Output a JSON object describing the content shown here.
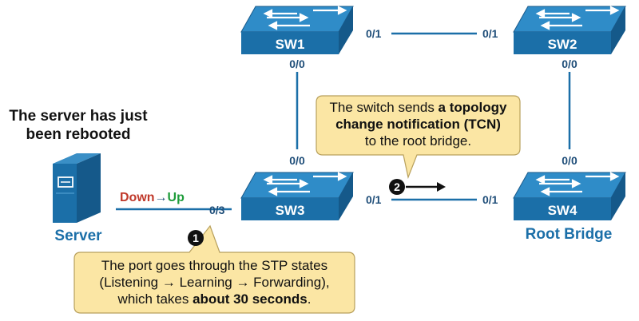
{
  "heading": {
    "line1": "The server has just",
    "line2": "been rebooted"
  },
  "server": {
    "label": "Server"
  },
  "status": {
    "from": "Down",
    "arrow": "→",
    "to": "Up",
    "from_color": "#c0392b",
    "to_color": "#1e9c3a"
  },
  "switches": [
    {
      "label": "SW1"
    },
    {
      "label": "SW2"
    },
    {
      "label": "SW3"
    },
    {
      "label": "SW4"
    }
  ],
  "root_bridge_label": "Root Bridge",
  "ports": {
    "sw1_right": "0/1",
    "sw2_left": "0/1",
    "sw1_bottom": "0/0",
    "sw2_bottom": "0/0",
    "sw3_top": "0/0",
    "sw4_top": "0/0",
    "sw3_right": "0/1",
    "sw4_left": "0/1",
    "sw3_server": "0/3"
  },
  "steps": {
    "one": "1",
    "two": "2"
  },
  "callout_tcn": {
    "pre": "The switch sends ",
    "bold1": "a topology",
    "bold2": "change notification (TCN)",
    "post": "to the root bridge."
  },
  "callout_stp": {
    "line1": "The port goes through the STP states",
    "line2": "(Listening → Learning → Forwarding),",
    "pre3": "which takes ",
    "bold3": "about 30 seconds",
    "post3": "."
  },
  "colors": {
    "switch_front": "#1b6fa8",
    "switch_top": "#2f8cc8",
    "link": "#1b6fa8",
    "callout_fill": "#fbe6a4",
    "callout_border": "#b8a05c"
  }
}
